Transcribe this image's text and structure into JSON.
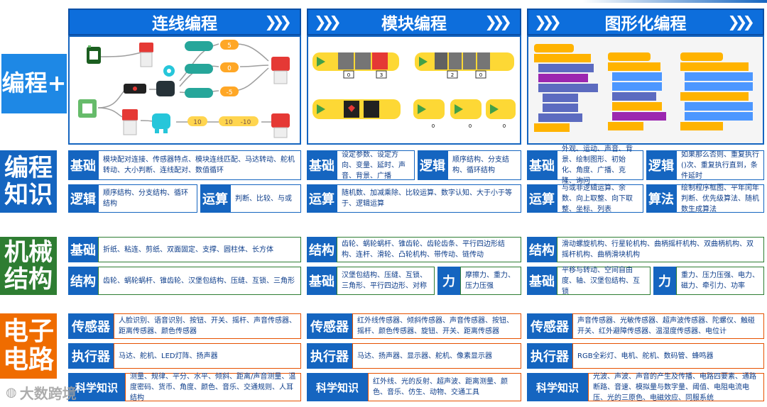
{
  "left": {
    "programming": "编程+",
    "knowledge": "编程知识",
    "mechanics": "机械结构",
    "circuits": "电子电路"
  },
  "columns": [
    {
      "title": "连线编程",
      "chevrons": "❯❯❯"
    },
    {
      "title": "模块编程",
      "chevrons": "❯❯❯"
    },
    {
      "title": "图形化编程",
      "chevrons": "❯❯❯"
    }
  ],
  "panels": {
    "wire_labels": [
      "5",
      "0",
      "-5",
      "10",
      "10",
      "-10"
    ],
    "block_labels": [
      "0",
      "3",
      "2",
      "0",
      "0",
      "0",
      "0"
    ]
  },
  "rows": {
    "knowledge": [
      [
        {
          "label": "基础",
          "text": "模块配对连接、传感器特点、模块连线匹配、马达转动、舵机转动、大小判断、连线配对、数值循环"
        },
        {
          "label": "逻辑",
          "text": "顺序结构、分支结构、循环结构"
        },
        {
          "label": "运算",
          "text": "判断、比较、与或"
        }
      ],
      [
        {
          "label": "基础",
          "text": "设定参数、设定方向、变量、延时、声音、背景、广播"
        },
        {
          "label": "逻辑",
          "text": "顺序结构、分支结构、循环结构"
        },
        {
          "label": "运算",
          "text": "随机数、加减乘除、比较运算、数字认知、大于小于等于、逻辑运算"
        }
      ],
      [
        {
          "label": "基础",
          "text": "外观、运动、声音、背景、绘制图形、初始化、角度、广播、克隆、询问"
        },
        {
          "label": "逻辑",
          "text": "如果那么否则、重复执行()次、重复执行直到，条件延时"
        },
        {
          "label": "运算",
          "text": "与或非逻辑运算、余数、向上取整、向下取整、坐标、列表"
        },
        {
          "label": "算法",
          "text": "绘制程序框图、平年闰年判断、优先级算法、随机数生成算法"
        }
      ]
    ],
    "mechanics": [
      [
        {
          "label": "基础",
          "text": "折纸、粘连、剪纸、双面固定、支撑、圆柱体、长方体"
        },
        {
          "label": "结构",
          "text": "齿轮、蜗轮蜗杆、锥齿轮、汉堡包结构、压缝、互锁、三角形"
        }
      ],
      [
        {
          "label": "结构",
          "text": "齿轮、蜗轮蜗杆、锥齿轮、齿轮齿条、平行四边形结构、连杆、滑轮、凸轮机构、带传动、链传动"
        },
        {
          "label": "基础",
          "text": "汉堡包结构、压缝、互锁、三角形、平行四边形、对称"
        },
        {
          "label": "力",
          "text": "摩擦力、重力、压力压强"
        }
      ],
      [
        {
          "label": "结构",
          "text": "滑动螺旋机构、行星轮机构、曲柄摇杆机构、双曲柄机构、双摇杆机构、曲柄滑块机构"
        },
        {
          "label": "基础",
          "text": "平移与转动、空间自由度、轴、汉堡包结构、互锁"
        },
        {
          "label": "力",
          "text": "重力、压力压强、电力、磁力、牵引力、功率"
        }
      ]
    ],
    "circuits": [
      [
        {
          "label": "传感器",
          "text": "人脸识别、语音识别、按钮、开关、摇杆、声音传感器、距离传感器、颜色传感器"
        },
        {
          "label": "执行器",
          "text": "马达、舵机、LED灯阵、扬声器"
        },
        {
          "label": "科学知识",
          "text": "测量、规律、平分、水平、倾斜、距离/声音测量、温度密码、货币、角度、颜色、音乐、交通规则、人耳结构"
        }
      ],
      [
        {
          "label": "传感器",
          "text": "红外线传感器、倾斜传感器、声音传感器、按钮、摇杆、颜色传感器、旋钮、开关、距离传感器"
        },
        {
          "label": "执行器",
          "text": "马达、扬声器、显示器、舵机、像素显示器"
        },
        {
          "label": "科学知识",
          "text": "红外线、光的反射、超声波、距离测量、颜色、音乐、仿生、动物、交通工具"
        }
      ],
      [
        {
          "label": "传感器",
          "text": "声音传感器、光敏传感器、超声波传感器、陀螺仪、触碰开关、红外避障传感器、温湿度传感器、电位计"
        },
        {
          "label": "执行器",
          "text": "RGB全彩灯、电机、舵机、数码管、蜂鸣器"
        },
        {
          "label": "科学知识",
          "text": "光波、声波、声音的产生及传播、电路四要素、通路断路、音速、模拟量与数字量、阈值、电阻电流电压、光的三原色、电磁效应、同服系统"
        }
      ]
    ]
  },
  "watermark": "大数跨境",
  "colors": {
    "blue": "#1565c0",
    "green": "#2e7d32",
    "orange": "#e65100",
    "header": "#0d6edc"
  }
}
